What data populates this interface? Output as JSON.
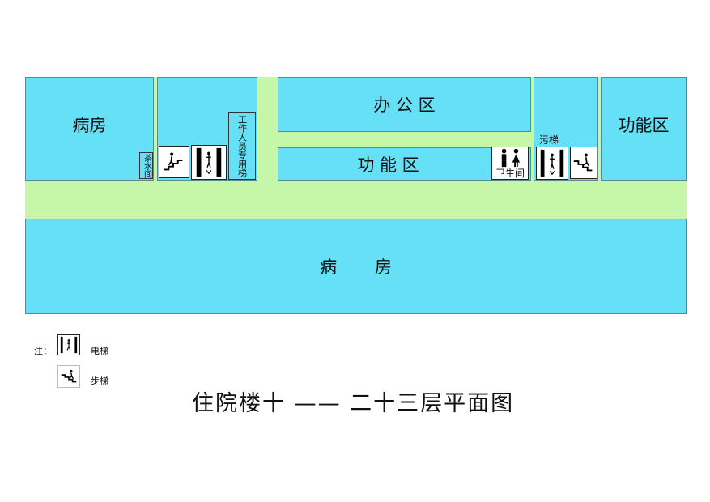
{
  "floor_plan": {
    "title": "住院楼十 —— 二十三层平面图",
    "rooms": {
      "ward_top_left": "病房",
      "tea_room": "茶水间",
      "staff_elevator": "工作人员专用梯",
      "office_area": "办 公 区",
      "function_area_center": "功 能 区",
      "restroom": "卫生间",
      "dirty_elevator": "污梯",
      "function_area_right": "功能区",
      "ward_bottom": "病       房"
    },
    "legend": {
      "note_label": "注：",
      "elevator_label": "电梯",
      "stairs_label": "步梯"
    },
    "colors": {
      "room_fill": "#66e0f6",
      "corridor_fill": "#c6f7a8"
    }
  }
}
